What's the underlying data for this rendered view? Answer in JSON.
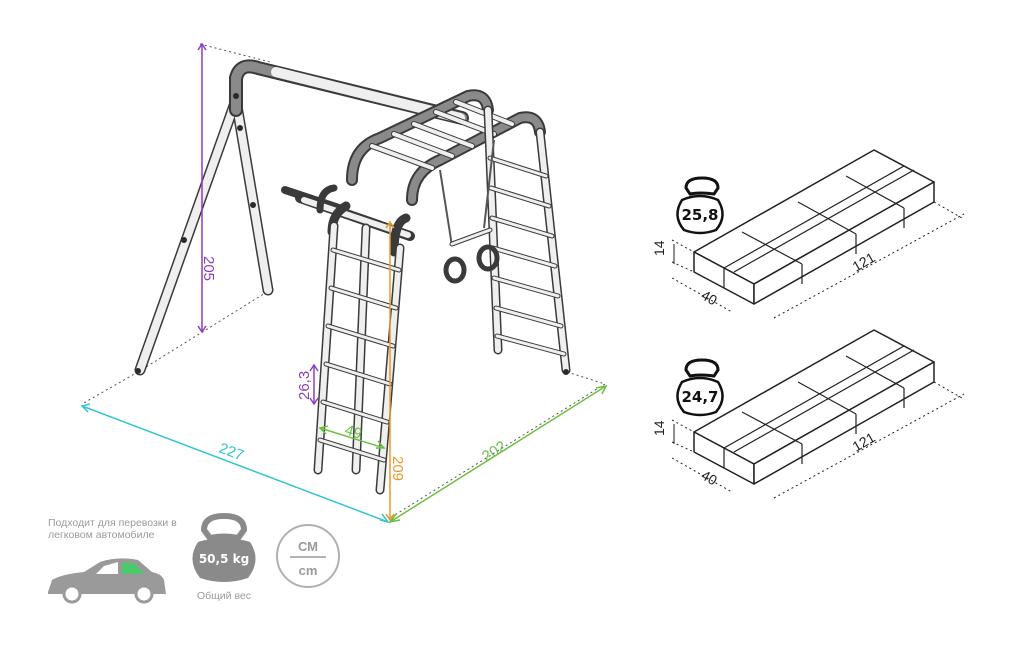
{
  "frame": {
    "height": "205",
    "width": "227",
    "depth": "202",
    "ladder_height": "209",
    "rung_step": "26,3",
    "ladder_width": "49"
  },
  "packages": [
    {
      "weight": "25,8",
      "height": "14",
      "width": "40",
      "length": "121"
    },
    {
      "weight": "24,7",
      "height": "14",
      "width": "40",
      "length": "121"
    }
  ],
  "transport": {
    "text": "Подходит для перевозки в легковом автомобиле"
  },
  "total_weight": {
    "value": "50,5 kg",
    "caption": "Общий вес"
  },
  "units": {
    "ru": "СМ",
    "en": "cm"
  },
  "colors": {
    "height_dim": "#8e3fb8",
    "width_dim": "#35c4d3",
    "depth_dim": "#6cbf45",
    "ladder_dim": "#e79a2c",
    "frame_light": "#eeeeee",
    "frame_dark": "#8a8a8a",
    "outline": "#222222",
    "muted": "#9a9a9a",
    "car_accent": "#4cc96a"
  }
}
